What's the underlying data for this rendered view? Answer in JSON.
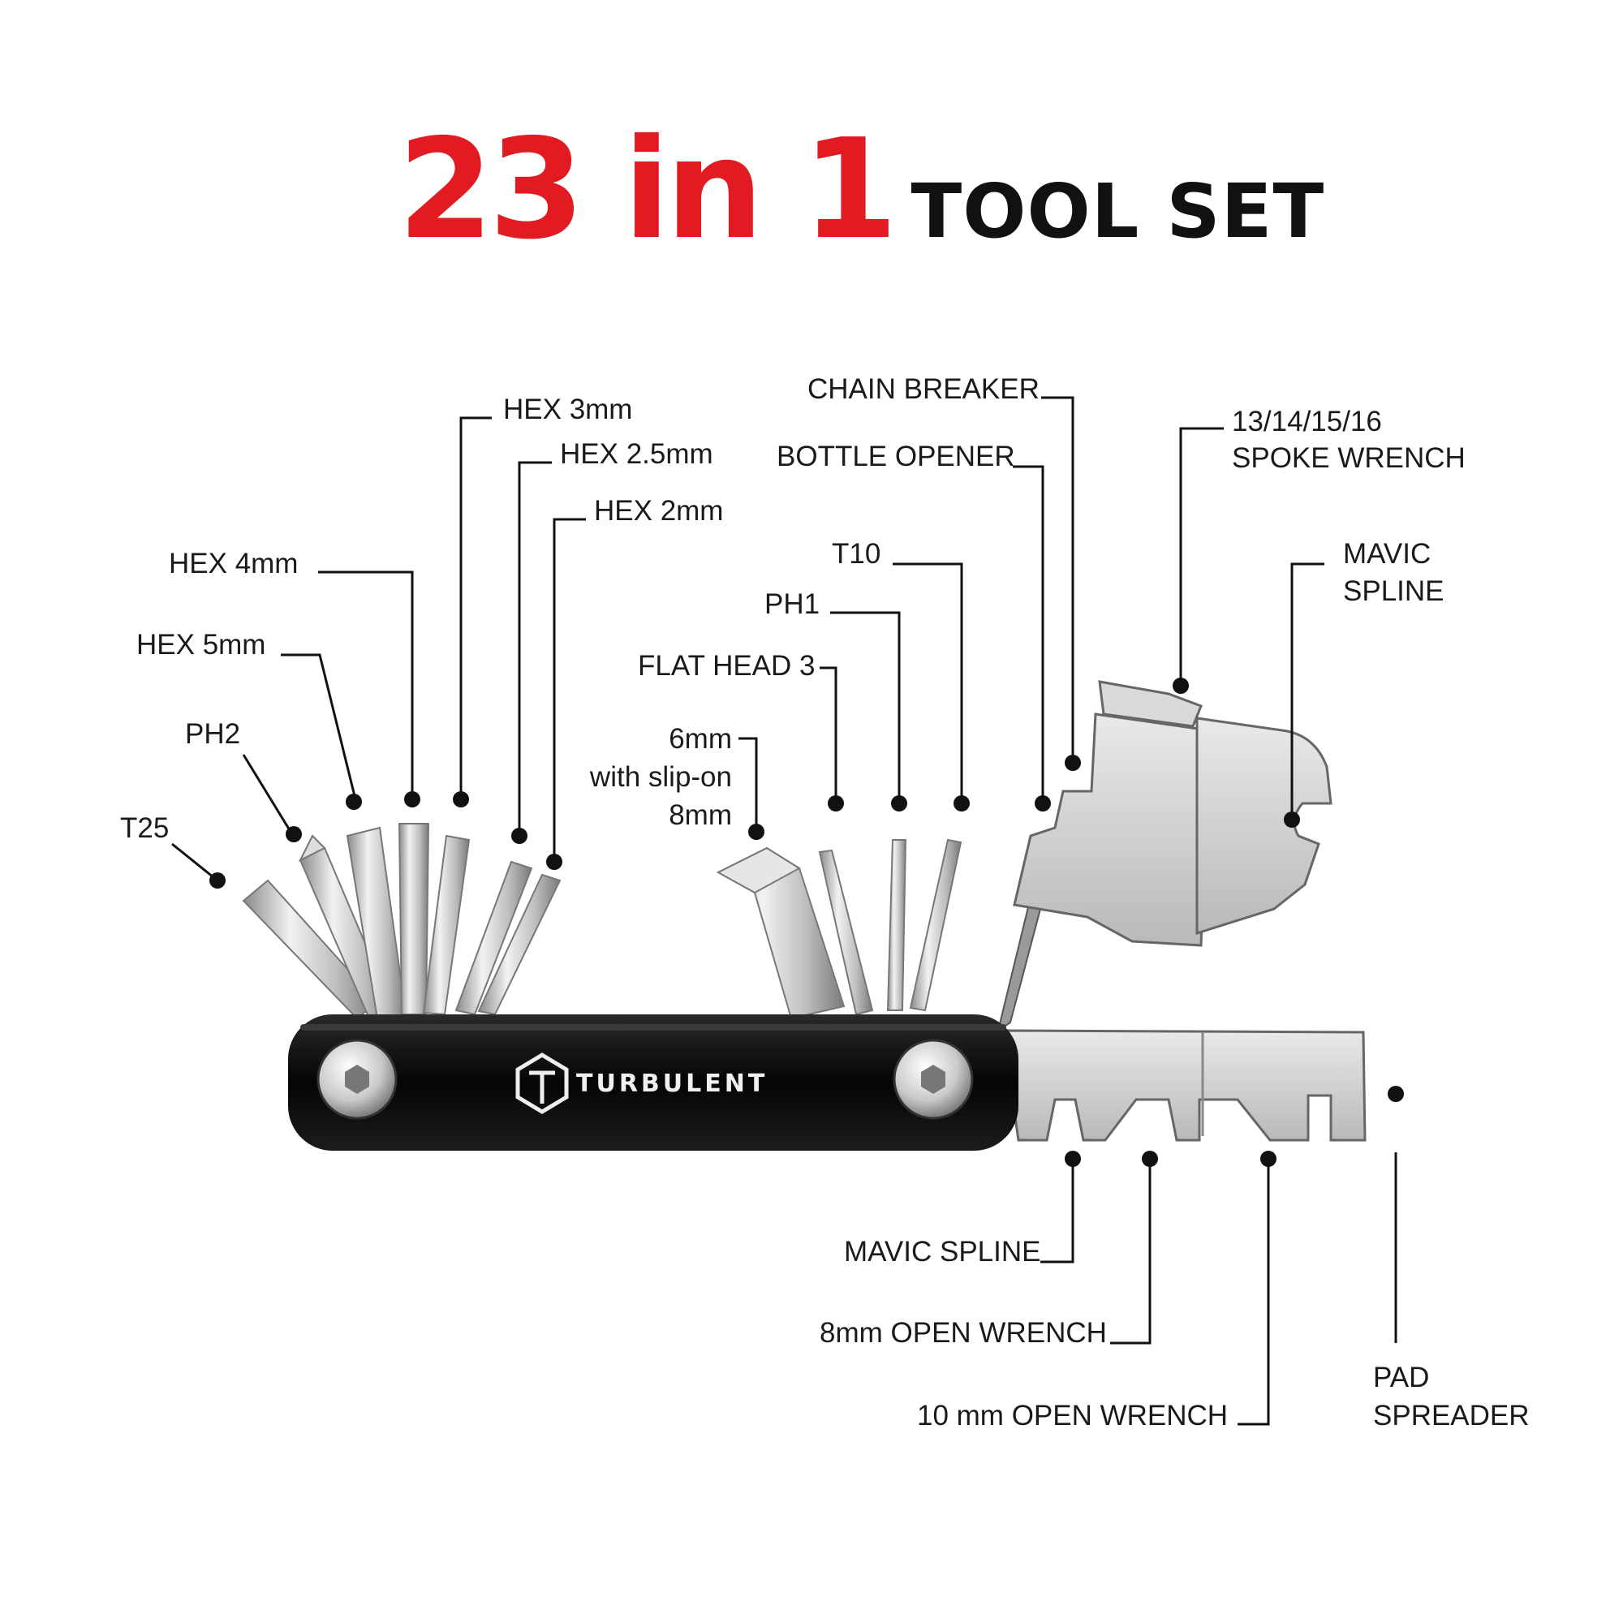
{
  "title": {
    "number": "23 in 1",
    "text": "TOOL SET"
  },
  "brand": {
    "name": "TURBULENT"
  },
  "labels": {
    "t25": "T25",
    "ph2": "PH2",
    "hex5": "HEX 5mm",
    "hex4": "HEX 4mm",
    "hex3": "HEX 3mm",
    "hex25": "HEX 2.5mm",
    "hex2": "HEX 2mm",
    "socket_l1": "6mm",
    "socket_l2": "with slip-on",
    "socket_l3": "8mm",
    "flathead": "FLAT HEAD 3",
    "ph1": "PH1",
    "t10": "T10",
    "bottle": "BOTTLE OPENER",
    "chain": "CHAIN BREAKER",
    "spoke_l1": "13/14/15/16",
    "spoke_l2": "SPOKE WRENCH",
    "mavic_top_l1": "MAVIC",
    "mavic_top_l2": "SPLINE",
    "mavic_bottom": "MAVIC SPLINE",
    "wrench8": "8mm OPEN WRENCH",
    "wrench10": "10 mm OPEN WRENCH",
    "pad_l1": "PAD",
    "pad_l2": "SPREADER"
  },
  "colors": {
    "accent_red": "#e21b23",
    "text": "#111111",
    "body_black": "#0c0c0c",
    "steel": "#c8c8c8"
  }
}
